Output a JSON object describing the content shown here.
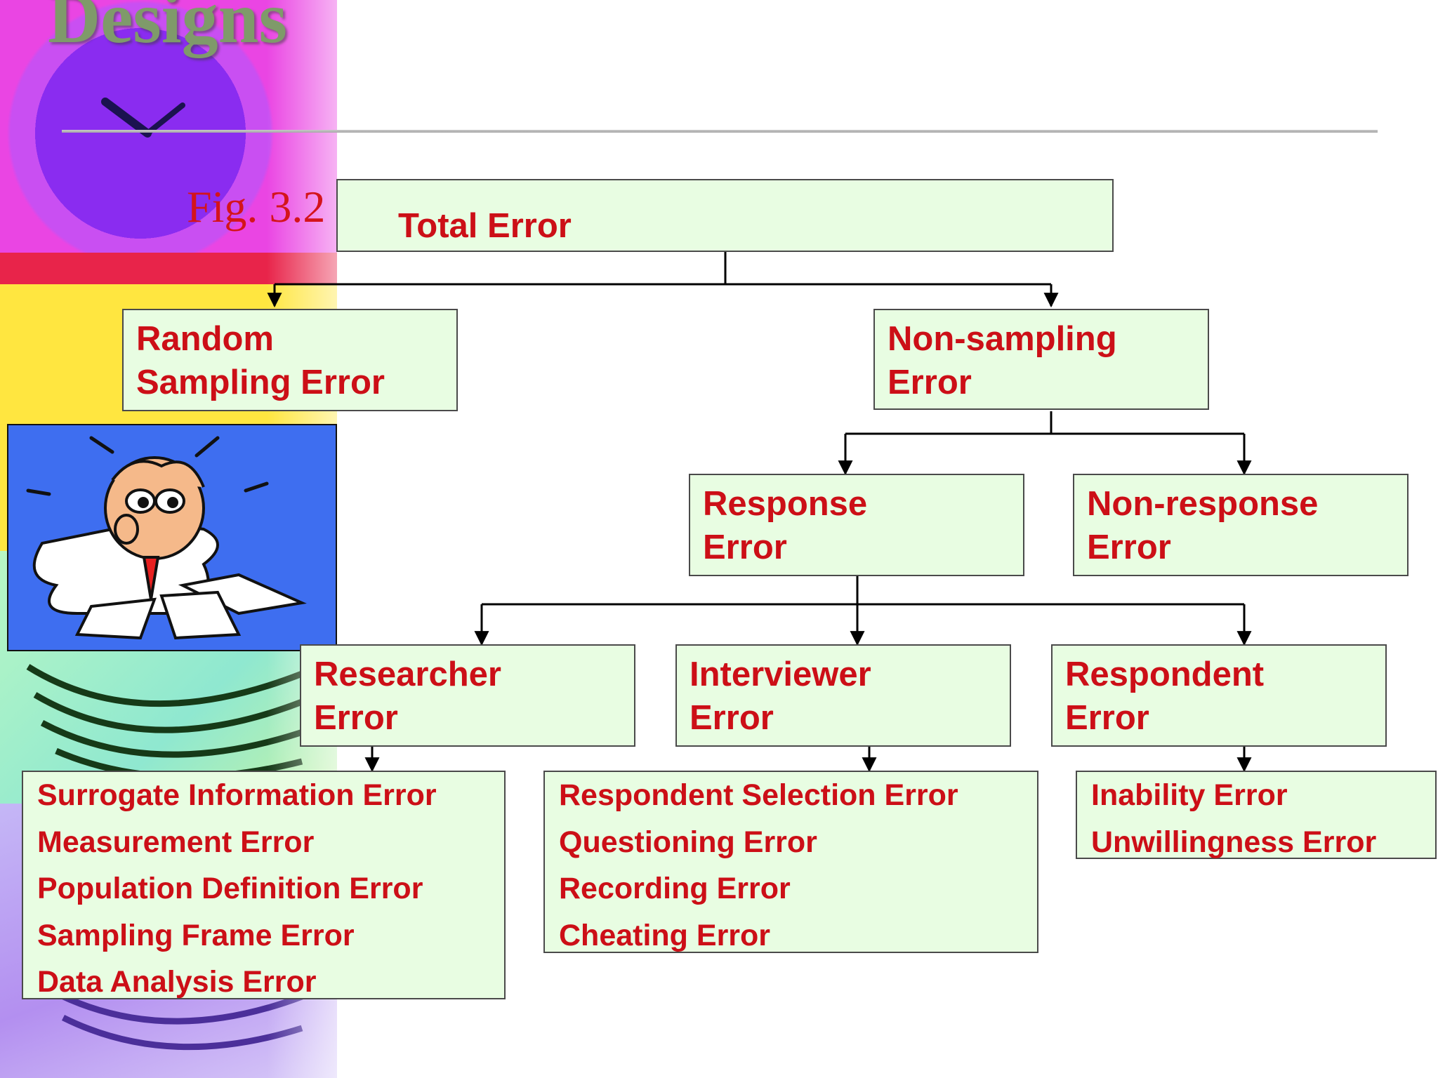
{
  "slide_title": "Designs",
  "figure_label": "Fig. 3.2",
  "diagram": {
    "total_error": {
      "label": "Total Error"
    },
    "random_sampling_error": {
      "lines": [
        "Random",
        "Sampling Error"
      ]
    },
    "non_sampling_error": {
      "lines": [
        "Non-sampling",
        "Error"
      ]
    },
    "response_error": {
      "lines": [
        "Response",
        "Error"
      ]
    },
    "non_response_error": {
      "lines": [
        "Non-response",
        "Error"
      ]
    },
    "researcher_error": {
      "lines": [
        "Researcher",
        "Error"
      ]
    },
    "interviewer_error": {
      "lines": [
        "Interviewer",
        "Error"
      ]
    },
    "respondent_error": {
      "lines": [
        "Respondent",
        "Error"
      ]
    },
    "researcher_error_types": [
      "Surrogate Information Error",
      "Measurement Error",
      "Population Definition Error",
      "Sampling Frame Error",
      "Data Analysis Error"
    ],
    "interviewer_error_types": [
      "Respondent Selection Error",
      "Questioning Error",
      "Recording Error",
      "Cheating Error"
    ],
    "respondent_error_types": [
      "Inability Error",
      "Unwillingness Error"
    ]
  },
  "colors": {
    "box_fill": "#e8fde2",
    "text": "#cc0f17",
    "border": "#4a4a4a"
  }
}
